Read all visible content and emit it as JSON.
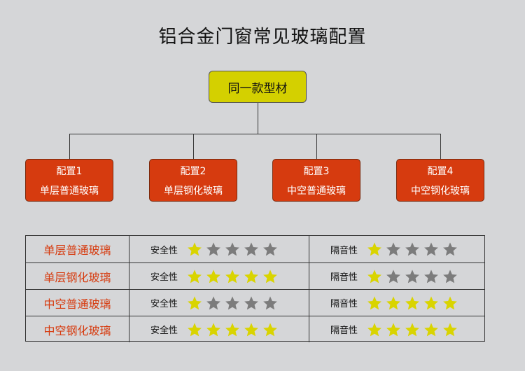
{
  "title": "铝合金门窗常见玻璃配置",
  "root": {
    "label": "同一款型材"
  },
  "configs": [
    {
      "line1": "配置1",
      "line2": "单层普通玻璃"
    },
    {
      "line1": "配置2",
      "line2": "单层钢化玻璃"
    },
    {
      "line1": "配置3",
      "line2": "中空普通玻璃"
    },
    {
      "line1": "配置4",
      "line2": "中空钢化玻璃"
    }
  ],
  "table": {
    "rows": [
      {
        "name": "单层普通玻璃",
        "metrics": [
          {
            "label": "安全性",
            "rating": 1
          },
          {
            "label": "隔音性",
            "rating": 1
          }
        ]
      },
      {
        "name": "单层钢化玻璃",
        "metrics": [
          {
            "label": "安全性",
            "rating": 5
          },
          {
            "label": "隔音性",
            "rating": 1
          }
        ]
      },
      {
        "name": "中空普通玻璃",
        "metrics": [
          {
            "label": "安全性",
            "rating": 1
          },
          {
            "label": "隔音性",
            "rating": 5
          }
        ]
      },
      {
        "name": "中空钢化玻璃",
        "metrics": [
          {
            "label": "安全性",
            "rating": 5
          },
          {
            "label": "隔音性",
            "rating": 5
          }
        ]
      }
    ],
    "max_rating": 5
  },
  "colors": {
    "star_filled": "#d9d400",
    "star_empty": "#7c7c7c",
    "config_box": "#d63b0f",
    "root_box": "#d4d000"
  },
  "icons": {
    "rating": "star-icon"
  }
}
